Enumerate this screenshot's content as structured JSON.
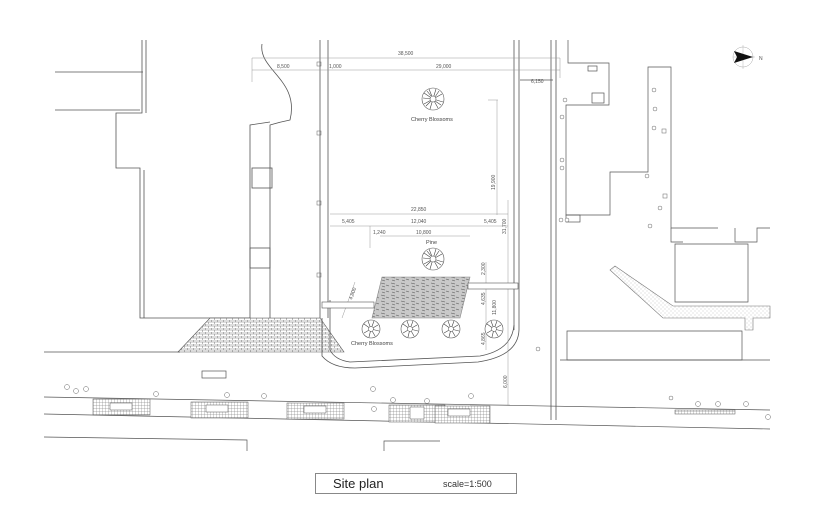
{
  "title_block": {
    "title": "Site plan",
    "scale": "scale=1:500"
  },
  "north_arrow": {
    "label": "N",
    "icon": "north-arrow-icon"
  },
  "dimensions": {
    "top_overall": "38,500",
    "top_left": "8,500",
    "top_mid_small": "1,000",
    "top_main": "29,000",
    "top_right": "6,150",
    "vertical_upper": "19,900",
    "plaza_width": "22,850",
    "plaza_left": "5,405",
    "plaza_center": "12,040",
    "plaza_right": "5,405",
    "plaza_depth": "31,700",
    "bench_offset": "1,240",
    "bench_width": "10,800",
    "v_2300": "2,300",
    "v_4635": "4,635",
    "v_11800": "11,800",
    "v_4865": "4,865",
    "v_4800": "4,800",
    "v_6000": "6,000"
  },
  "labels": {
    "cherry_top": "Cherry Blossoms",
    "pine": "Pine",
    "cherry_bottom": "Cherry Blossoms"
  },
  "colors": {
    "line": "#555555",
    "light_line": "#9a9a9a",
    "hatch_fill": "#c8c8c8",
    "background": "#ffffff"
  }
}
